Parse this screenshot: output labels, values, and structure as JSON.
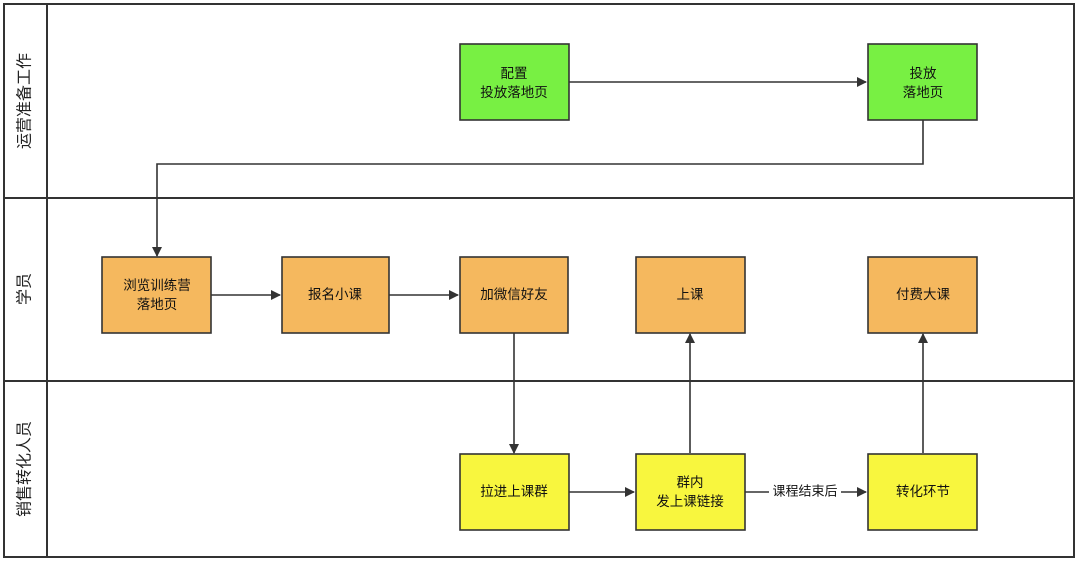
{
  "lanes": [
    {
      "id": "ops",
      "label": "运营准备工作"
    },
    {
      "id": "student",
      "label": "学员"
    },
    {
      "id": "sales",
      "label": "销售转化人员"
    }
  ],
  "colors": {
    "green": "#78f043",
    "orange": "#f5b85e",
    "yellow": "#f8f63e",
    "stroke": "#333333",
    "border": "#333333"
  },
  "nodes": [
    {
      "id": "config",
      "lines": [
        "配置",
        "投放落地页"
      ],
      "color": "green"
    },
    {
      "id": "deliver",
      "lines": [
        "投放",
        "落地页"
      ],
      "color": "green"
    },
    {
      "id": "browse",
      "lines": [
        "浏览训练营",
        "落地页"
      ],
      "color": "orange"
    },
    {
      "id": "signup",
      "lines": [
        "报名小课"
      ],
      "color": "orange"
    },
    {
      "id": "wechat",
      "lines": [
        "加微信好友"
      ],
      "color": "orange"
    },
    {
      "id": "class",
      "lines": [
        "上课"
      ],
      "color": "orange"
    },
    {
      "id": "paid",
      "lines": [
        "付费大课"
      ],
      "color": "orange"
    },
    {
      "id": "group",
      "lines": [
        "拉进上课群"
      ],
      "color": "yellow"
    },
    {
      "id": "link",
      "lines": [
        "群内",
        "发上课链接"
      ],
      "color": "yellow"
    },
    {
      "id": "convert",
      "lines": [
        "转化环节"
      ],
      "color": "yellow"
    }
  ],
  "edges": [
    {
      "from": "config",
      "to": "deliver",
      "label": ""
    },
    {
      "from": "deliver",
      "to": "browse",
      "label": ""
    },
    {
      "from": "browse",
      "to": "signup",
      "label": ""
    },
    {
      "from": "signup",
      "to": "wechat",
      "label": ""
    },
    {
      "from": "wechat",
      "to": "group",
      "label": ""
    },
    {
      "from": "group",
      "to": "link",
      "label": ""
    },
    {
      "from": "link",
      "to": "class",
      "label": ""
    },
    {
      "from": "link",
      "to": "convert",
      "label": "课程结束后"
    },
    {
      "from": "convert",
      "to": "paid",
      "label": ""
    }
  ]
}
